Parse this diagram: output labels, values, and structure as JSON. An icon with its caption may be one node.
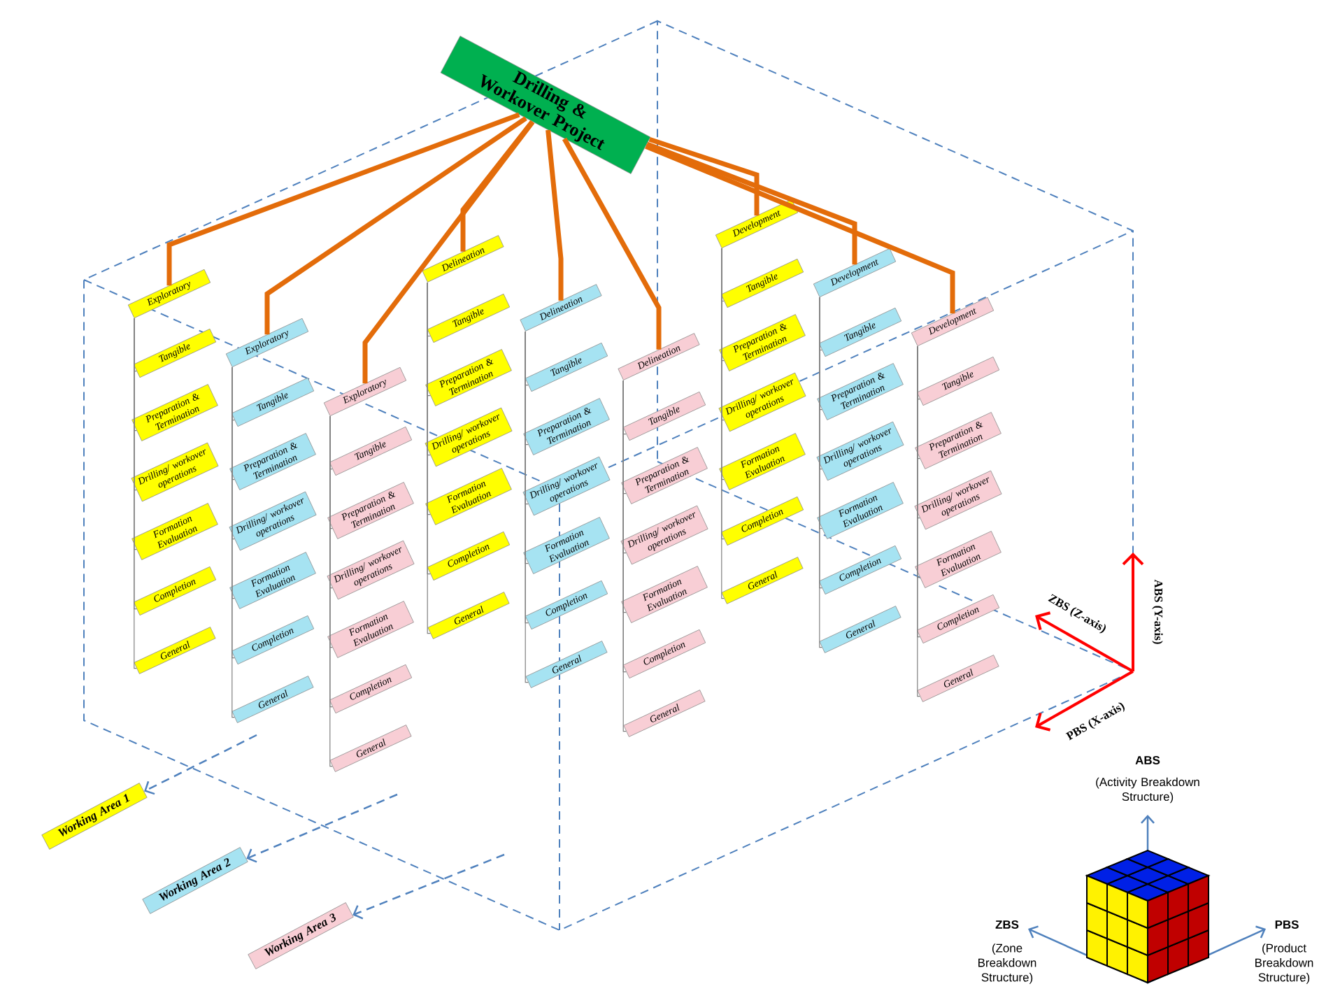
{
  "diagram": {
    "nodes": [
      {
        "text": [
          "Drilling & Workover Project"
        ]
      },
      {
        "text": [
          "Exploratory"
        ]
      },
      {
        "text": [
          "Tangible"
        ]
      },
      {
        "text": [
          "Preparation & Termination"
        ]
      },
      {
        "text": [
          "Drilling/ workover operations"
        ]
      },
      {
        "text": [
          "Formation Evaluation"
        ]
      },
      {
        "text": [
          "Completion"
        ]
      },
      {
        "text": [
          "General"
        ]
      },
      {
        "text": [
          "Delineation"
        ]
      },
      {
        "text": [
          "Tangible"
        ]
      },
      {
        "text": [
          "Preparation & Termination"
        ]
      },
      {
        "text": [
          "Drilling/ workover operations"
        ]
      },
      {
        "text": [
          "Formation Evaluation"
        ]
      },
      {
        "text": [
          "Completion"
        ]
      },
      {
        "text": [
          "General"
        ]
      },
      {
        "text": [
          "Development"
        ]
      },
      {
        "text": [
          "Tangible"
        ]
      },
      {
        "text": [
          "Preparation & Termination"
        ]
      },
      {
        "text": [
          "Drilling/ workover operations"
        ]
      },
      {
        "text": [
          "Formation Evaluation"
        ]
      },
      {
        "text": [
          "Completion"
        ]
      },
      {
        "text": [
          "General"
        ]
      },
      {
        "text": [
          "Exploratory"
        ]
      },
      {
        "text": [
          "Tangible"
        ]
      },
      {
        "text": [
          "Preparation & Termination"
        ]
      },
      {
        "text": [
          "Drilling/ workover operations"
        ]
      },
      {
        "text": [
          "Formation Evaluation"
        ]
      },
      {
        "text": [
          "Completion"
        ]
      },
      {
        "text": [
          "General"
        ]
      },
      {
        "text": [
          "Delineation"
        ]
      },
      {
        "text": [
          "Tangible"
        ]
      },
      {
        "text": [
          "Preparation & Termination"
        ]
      },
      {
        "text": [
          "Drilling/ workover operations"
        ]
      },
      {
        "text": [
          "Formation Evaluation"
        ]
      },
      {
        "text": [
          "Completion"
        ]
      },
      {
        "text": [
          "General"
        ]
      },
      {
        "text": [
          "Development"
        ]
      },
      {
        "text": [
          "Tangible"
        ]
      },
      {
        "text": [
          "Preparation & Termination"
        ]
      },
      {
        "text": [
          "Drilling/ workover operations"
        ]
      },
      {
        "text": [
          "Formation Evaluation"
        ]
      },
      {
        "text": [
          "Completion"
        ]
      },
      {
        "text": [
          "General"
        ]
      },
      {
        "text": [
          "Exploratory"
        ]
      },
      {
        "text": [
          "Tangible"
        ]
      },
      {
        "text": [
          "Preparation & Termination"
        ]
      },
      {
        "text": [
          "Drilling/ workover operations"
        ]
      },
      {
        "text": [
          "Formation Evaluation"
        ]
      },
      {
        "text": [
          "Completion"
        ]
      },
      {
        "text": [
          "General"
        ]
      },
      {
        "text": [
          "Delineation"
        ]
      },
      {
        "text": [
          "Tangible"
        ]
      },
      {
        "text": [
          "Preparation & Termination"
        ]
      },
      {
        "text": [
          "Drilling/ workover operations"
        ]
      },
      {
        "text": [
          "Formation Evaluation"
        ]
      },
      {
        "text": [
          "Completion"
        ]
      },
      {
        "text": [
          "General"
        ]
      },
      {
        "text": [
          "Development"
        ]
      },
      {
        "text": [
          "Tangible"
        ]
      },
      {
        "text": [
          "Preparation & Termination"
        ]
      },
      {
        "text": [
          "Drilling/ workover operations"
        ]
      },
      {
        "text": [
          "Formation Evaluation"
        ]
      },
      {
        "text": [
          "Completion"
        ]
      },
      {
        "text": [
          "General"
        ]
      },
      {
        "text": [
          "Working Area 1"
        ]
      },
      {
        "text": [
          "Working Area 2"
        ]
      },
      {
        "text": [
          "Working Area 3"
        ]
      }
    ],
    "edges": [
      {
        "from": 0,
        "to": 1,
        "arrow": "none",
        "style": "thick",
        "color": "#e36c0a"
      },
      {
        "from": 0,
        "to": 8,
        "arrow": "none",
        "style": "thick",
        "color": "#e36c0a"
      },
      {
        "from": 0,
        "to": 15,
        "arrow": "none",
        "style": "thick",
        "color": "#e36c0a"
      },
      {
        "from": 0,
        "to": 22,
        "arrow": "none",
        "style": "thick",
        "color": "#e36c0a"
      },
      {
        "from": 0,
        "to": 29,
        "arrow": "none",
        "style": "thick",
        "color": "#e36c0a"
      },
      {
        "from": 0,
        "to": 36,
        "arrow": "none",
        "style": "thick",
        "color": "#e36c0a"
      },
      {
        "from": 0,
        "to": 43,
        "arrow": "none",
        "style": "thick",
        "color": "#e36c0a"
      },
      {
        "from": 0,
        "to": 50,
        "arrow": "none",
        "style": "thick",
        "color": "#e36c0a"
      },
      {
        "from": 0,
        "to": 57,
        "arrow": "none",
        "style": "thick",
        "color": "#e36c0a"
      },
      {
        "from": 1,
        "to": 2,
        "arrow": "none"
      },
      {
        "from": 1,
        "to": 3,
        "arrow": "none"
      },
      {
        "from": 1,
        "to": 4,
        "arrow": "none"
      },
      {
        "from": 1,
        "to": 5,
        "arrow": "none"
      },
      {
        "from": 1,
        "to": 6,
        "arrow": "none"
      },
      {
        "from": 1,
        "to": 7,
        "arrow": "none"
      },
      {
        "from": 8,
        "to": 9,
        "arrow": "none"
      },
      {
        "from": 8,
        "to": 10,
        "arrow": "none"
      },
      {
        "from": 8,
        "to": 11,
        "arrow": "none"
      },
      {
        "from": 8,
        "to": 12,
        "arrow": "none"
      },
      {
        "from": 8,
        "to": 13,
        "arrow": "none"
      },
      {
        "from": 8,
        "to": 14,
        "arrow": "none"
      },
      {
        "from": 15,
        "to": 16,
        "arrow": "none"
      },
      {
        "from": 15,
        "to": 17,
        "arrow": "none"
      },
      {
        "from": 15,
        "to": 18,
        "arrow": "none"
      },
      {
        "from": 15,
        "to": 19,
        "arrow": "none"
      },
      {
        "from": 15,
        "to": 20,
        "arrow": "none"
      },
      {
        "from": 15,
        "to": 21,
        "arrow": "none"
      },
      {
        "from": 22,
        "to": 23,
        "arrow": "none"
      },
      {
        "from": 22,
        "to": 24,
        "arrow": "none"
      },
      {
        "from": 22,
        "to": 25,
        "arrow": "none"
      },
      {
        "from": 22,
        "to": 26,
        "arrow": "none"
      },
      {
        "from": 22,
        "to": 27,
        "arrow": "none"
      },
      {
        "from": 22,
        "to": 28,
        "arrow": "none"
      },
      {
        "from": 29,
        "to": 30,
        "arrow": "none"
      },
      {
        "from": 29,
        "to": 31,
        "arrow": "none"
      },
      {
        "from": 29,
        "to": 32,
        "arrow": "none"
      },
      {
        "from": 29,
        "to": 33,
        "arrow": "none"
      },
      {
        "from": 29,
        "to": 34,
        "arrow": "none"
      },
      {
        "from": 29,
        "to": 35,
        "arrow": "none"
      },
      {
        "from": 36,
        "to": 37,
        "arrow": "none"
      },
      {
        "from": 36,
        "to": 38,
        "arrow": "none"
      },
      {
        "from": 36,
        "to": 39,
        "arrow": "none"
      },
      {
        "from": 36,
        "to": 40,
        "arrow": "none"
      },
      {
        "from": 36,
        "to": 41,
        "arrow": "none"
      },
      {
        "from": 36,
        "to": 42,
        "arrow": "none"
      },
      {
        "from": 43,
        "to": 44,
        "arrow": "none"
      },
      {
        "from": 43,
        "to": 45,
        "arrow": "none"
      },
      {
        "from": 43,
        "to": 46,
        "arrow": "none"
      },
      {
        "from": 43,
        "to": 47,
        "arrow": "none"
      },
      {
        "from": 43,
        "to": 48,
        "arrow": "none"
      },
      {
        "from": 43,
        "to": 49,
        "arrow": "none"
      },
      {
        "from": 50,
        "to": 51,
        "arrow": "none"
      },
      {
        "from": 50,
        "to": 52,
        "arrow": "none"
      },
      {
        "from": 50,
        "to": 53,
        "arrow": "none"
      },
      {
        "from": 50,
        "to": 54,
        "arrow": "none"
      },
      {
        "from": 50,
        "to": 55,
        "arrow": "none"
      },
      {
        "from": 50,
        "to": 56,
        "arrow": "none"
      },
      {
        "from": 57,
        "to": 58,
        "arrow": "none"
      },
      {
        "from": 57,
        "to": 59,
        "arrow": "none"
      },
      {
        "from": 57,
        "to": 60,
        "arrow": "none"
      },
      {
        "from": 57,
        "to": 61,
        "arrow": "none"
      },
      {
        "from": 57,
        "to": 62,
        "arrow": "none"
      },
      {
        "from": 57,
        "to": 63,
        "arrow": "none"
      },
      {
        "from": null,
        "to": 64,
        "arrow": "to",
        "style": "dashed",
        "color": "#4f81bd"
      },
      {
        "from": null,
        "to": 65,
        "arrow": "to",
        "style": "dashed",
        "color": "#4f81bd"
      },
      {
        "from": null,
        "to": 66,
        "arrow": "to",
        "style": "dashed",
        "color": "#4f81bd"
      }
    ],
    "labels": [
      "ZBS (Z-axis)",
      "ABS (Y-axis)",
      "PBS (X-axis)",
      "ABS",
      "(Activity Breakdown Structure)",
      "ZBS",
      "(Zone Breakdown Structure)",
      "PBS",
      "(Product Breakdown Structure)"
    ]
  }
}
